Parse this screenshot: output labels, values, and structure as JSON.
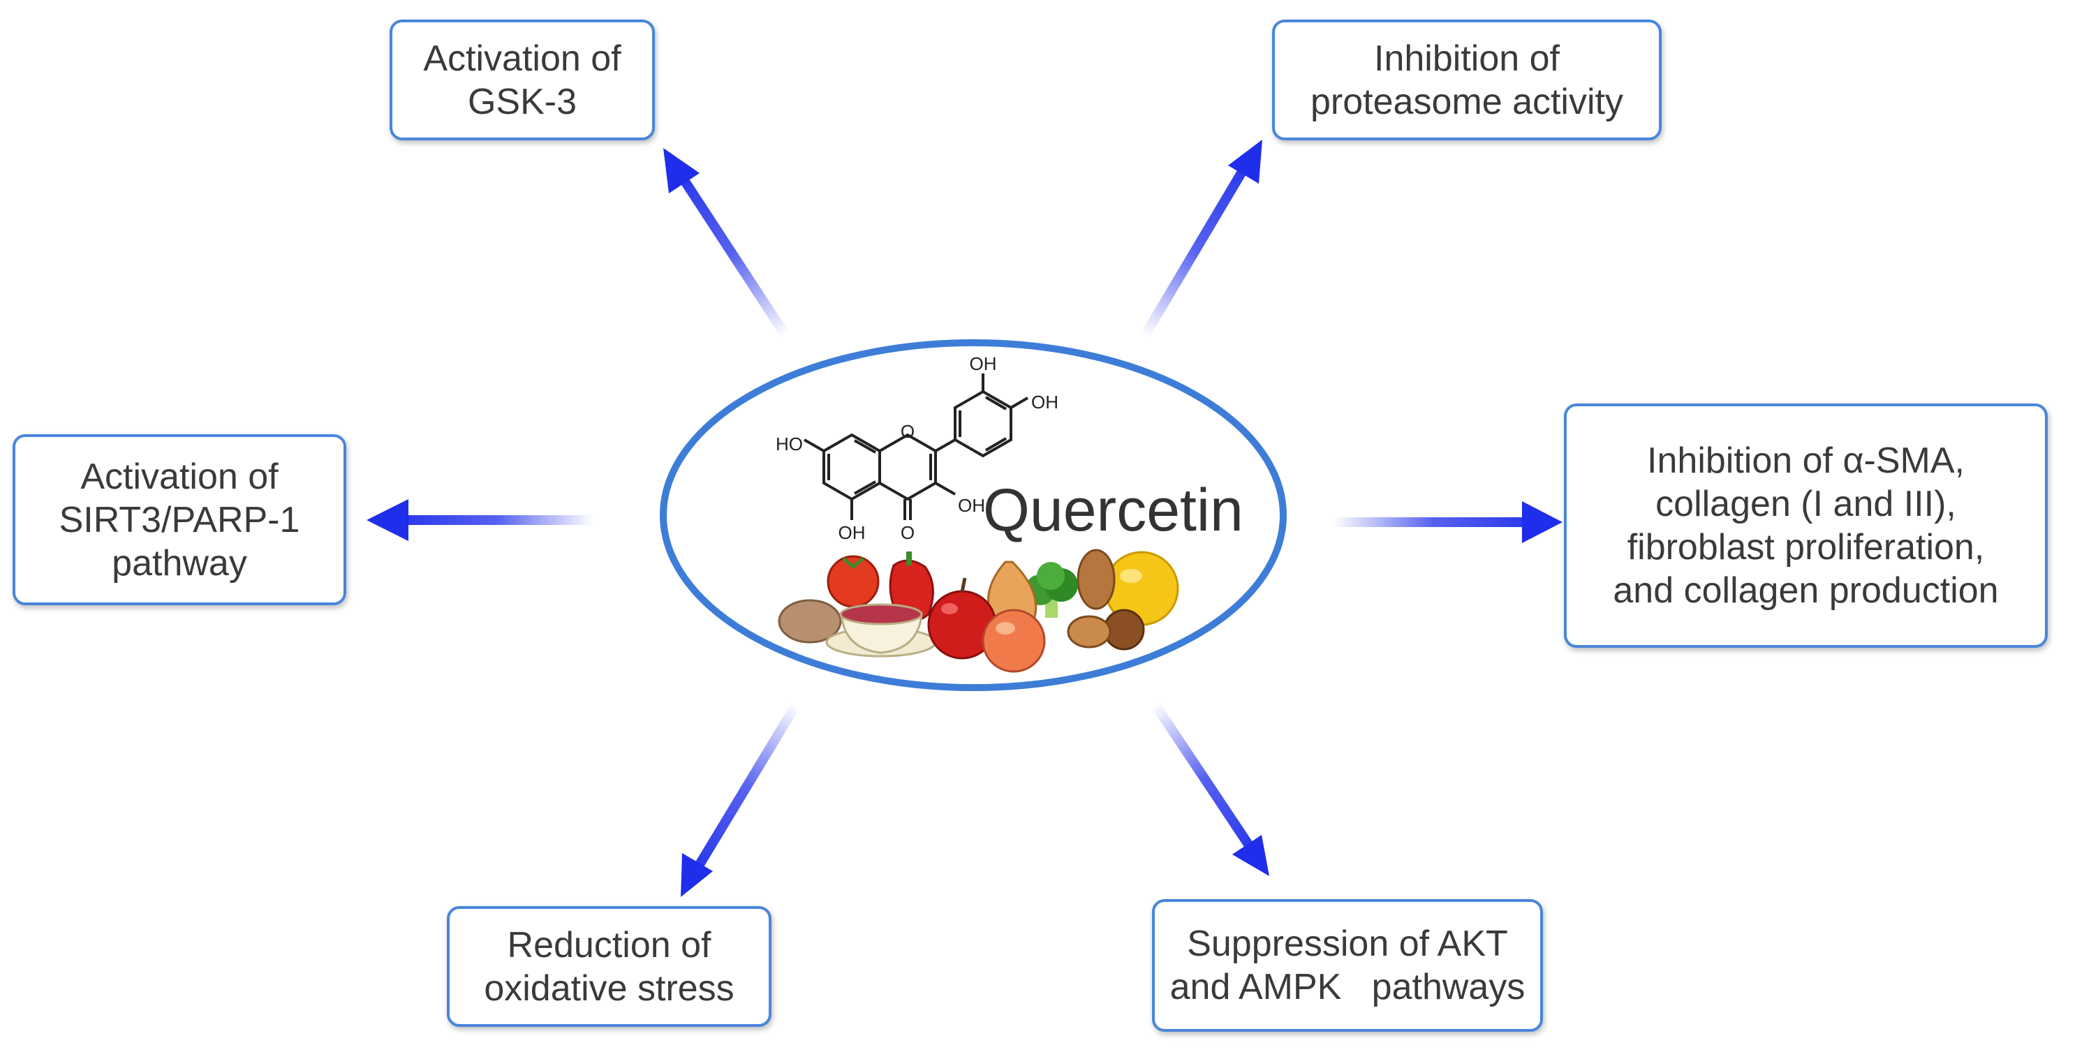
{
  "center": {
    "title": "Quercetin",
    "molecule": {
      "oh_labels": [
        "OH",
        "OH",
        "HO",
        "OH",
        "OH"
      ],
      "ketone_label": "O",
      "ring_oxygen_label": "O"
    },
    "food_icons": [
      "tomato-icon",
      "pepper-icon",
      "potato-icon",
      "tea-cup-icon",
      "apple-icon",
      "onion-icon",
      "broccoli-icon",
      "almond-icon",
      "peach-icon",
      "hazelnut-icon",
      "lemon-icon"
    ]
  },
  "effects": {
    "gsk3": [
      "Activation of",
      "GSK-3"
    ],
    "proteasome": [
      "Inhibition of",
      "proteasome activity"
    ],
    "sirt3": [
      "Activation of",
      "SIRT3/PARP-1",
      "pathway"
    ],
    "collagen": [
      "Inhibition of α-SMA,",
      "collagen (I and III),",
      "fibroblast proliferation,",
      "and collagen production"
    ],
    "oxidative": [
      "Reduction of",
      "oxidative stress"
    ],
    "akt": [
      "Suppression of AKT",
      "and AMPK   pathways"
    ]
  },
  "colors": {
    "box_border": "#4A86DA",
    "ellipse_border": "#3D7DD8",
    "arrow": "#1F2EEA",
    "text": "#3a3a3a"
  }
}
